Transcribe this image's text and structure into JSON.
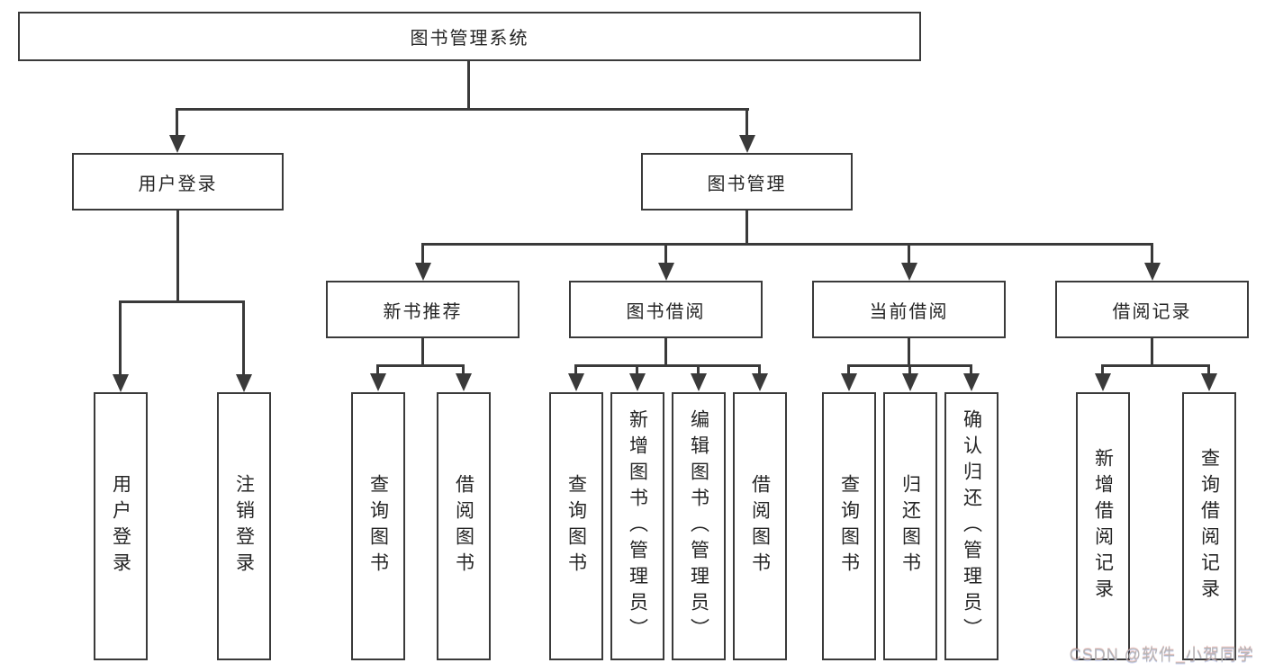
{
  "colors": {
    "line": "#3a3a3a",
    "text": "#252525",
    "background": "#ffffff",
    "watermark": "#b5b5b5"
  },
  "diagram": {
    "root": {
      "label": "图书管理系统"
    },
    "level2": [
      {
        "label": "用户登录"
      },
      {
        "label": "图书管理"
      }
    ],
    "level3": [
      {
        "label": "新书推荐"
      },
      {
        "label": "图书借阅"
      },
      {
        "label": "当前借阅"
      },
      {
        "label": "借阅记录"
      }
    ],
    "leaves": {
      "user_login": [
        {
          "label": "用户登录"
        },
        {
          "label": "注销登录"
        }
      ],
      "new_book": [
        {
          "label": "查询图书"
        },
        {
          "label": "借阅图书"
        }
      ],
      "book_borrow": [
        {
          "label": "查询图书"
        },
        {
          "label": "新增图书（管理员）"
        },
        {
          "label": "编辑图书（管理员）"
        },
        {
          "label": "借阅图书"
        }
      ],
      "current_borrow": [
        {
          "label": "查询图书"
        },
        {
          "label": "归还图书"
        },
        {
          "label": "确认归还（管理员）"
        }
      ],
      "borrow_record": [
        {
          "label": "新增借阅记录"
        },
        {
          "label": "查询借阅记录"
        }
      ]
    },
    "watermark": "CSDN @软件_小贺同学"
  }
}
